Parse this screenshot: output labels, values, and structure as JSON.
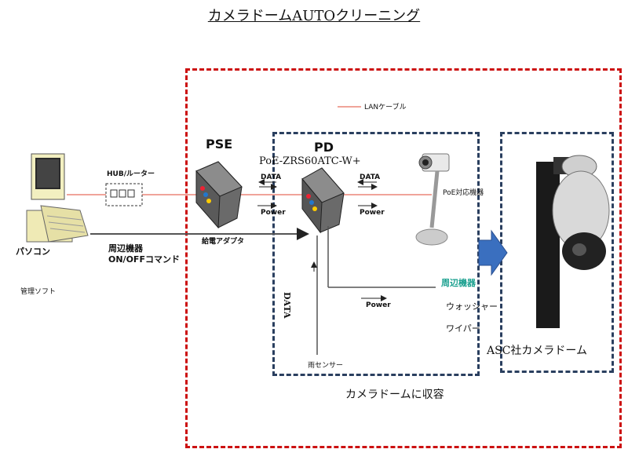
{
  "title": "カメラドームAUTOクリーニング",
  "legend": {
    "lan_cable": "LANケーブル"
  },
  "pc": {
    "label": "パソコン",
    "software": "管理ソフト"
  },
  "hub": {
    "label": "HUB/ルーター"
  },
  "pse": {
    "label": "PSE",
    "sublabel": "給電アダプタ"
  },
  "pd": {
    "label": "PD",
    "model": "PoE-ZRS60ATC-W+"
  },
  "poe_device": {
    "label": "PoE対応機器"
  },
  "signals": {
    "data": "DATA",
    "power": "Power",
    "peripheral_cmd_1": "周辺機器",
    "peripheral_cmd_2": "ON/OFFコマンド",
    "data_vertical": "DATA",
    "power_lower": "Power"
  },
  "peripherals": {
    "header": "周辺機器",
    "washer": "ウォッシャー",
    "wiper": "ワイパー"
  },
  "rain_sensor": "雨センサー",
  "pd_caption": "カメラドームに収容",
  "camera_caption": "ASC社カメラドーム",
  "colors": {
    "red_dash": "#cc1111",
    "navy_dash": "#2a3f5f",
    "lan": "#f0a49a",
    "arrow_blue": "#3a6fbf",
    "teal": "#1aa08f"
  }
}
